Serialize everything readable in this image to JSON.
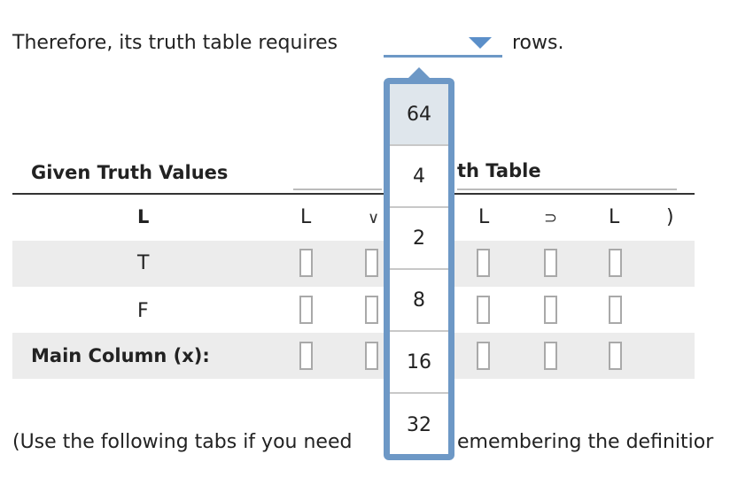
{
  "prompt": {
    "before": "Therefore, its truth table requires",
    "after": "rows."
  },
  "dropdown": {
    "options": [
      "64",
      "4",
      "2",
      "8",
      "16",
      "32"
    ],
    "selected": "64"
  },
  "table": {
    "given_header": "Given Truth Values",
    "truth_header": "th Table",
    "variable": "L",
    "columns": [
      "L",
      "∨",
      "L",
      "⊃",
      "L",
      ")"
    ],
    "rows": [
      "T",
      "F"
    ],
    "main_column_label": "Main Column (x):"
  },
  "footer": {
    "left": "(Use the following tabs if you need",
    "right": "emembering the definitior"
  },
  "colors": {
    "accent": "#6d98c6",
    "selected_option": "#dfe6ec",
    "row_band": "#ececec"
  }
}
